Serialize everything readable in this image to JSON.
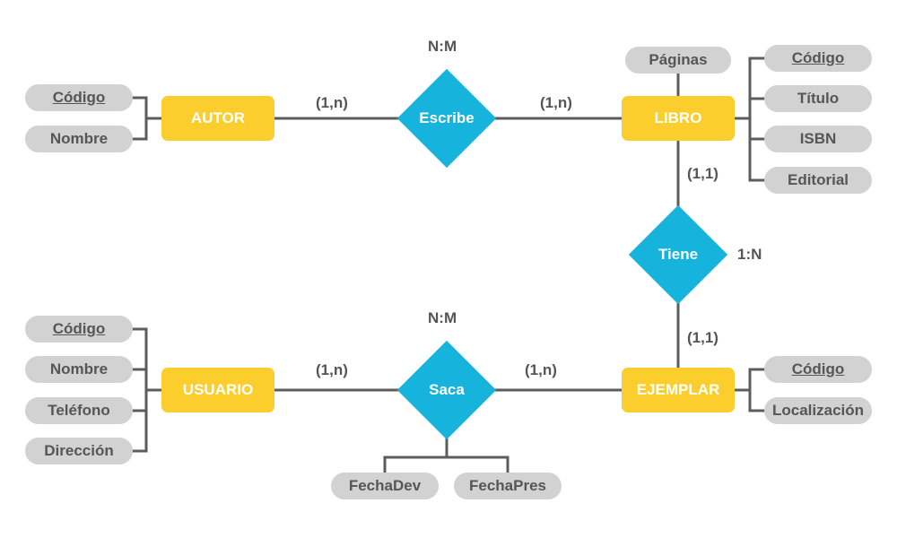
{
  "colors": {
    "entity": "#fbcd2d",
    "relationship": "#16b3dc",
    "attribute": "#d2d2d2",
    "attribute_text": "#565656",
    "line": "#5c5c5c"
  },
  "entities": {
    "autor": "AUTOR",
    "libro": "LIBRO",
    "usuario": "USUARIO",
    "ejemplar": "EJEMPLAR"
  },
  "relationships": {
    "escribe": "Escribe",
    "tiene": "Tiene",
    "saca": "Saca"
  },
  "attributes": {
    "autor": {
      "codigo": "Código",
      "nombre": "Nombre"
    },
    "libro": {
      "paginas": "Páginas",
      "codigo": "Código",
      "titulo": "Título",
      "isbn": "ISBN",
      "editorial": "Editorial"
    },
    "usuario": {
      "codigo": "Código",
      "nombre": "Nombre",
      "telefono": "Teléfono",
      "direccion": "Dirección"
    },
    "ejemplar": {
      "codigo": "Código",
      "localizacion": "Localización"
    },
    "saca": {
      "fecha_dev": "FechaDev",
      "fecha_pres": "FechaPres"
    }
  },
  "cardinalities": {
    "escribe_type": "N:M",
    "escribe_autor": "(1,n)",
    "escribe_libro": "(1,n)",
    "tiene_type": "1:N",
    "tiene_libro": "(1,1)",
    "tiene_ejemplar": "(1,1)",
    "saca_type": "N:M",
    "saca_usuario": "(1,n)",
    "saca_ejemplar": "(1,n)"
  }
}
